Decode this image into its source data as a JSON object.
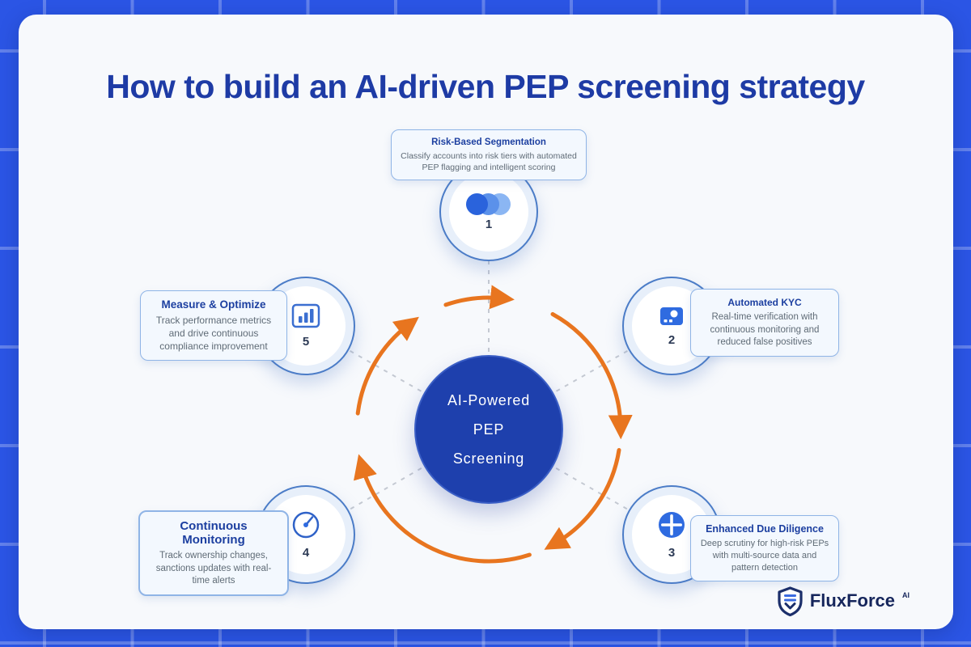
{
  "title": "How to build an AI-driven PEP screening strategy",
  "center": {
    "line1": "AI-Powered",
    "line2": "PEP",
    "line3": "Screening"
  },
  "nodes": [
    {
      "number": "1",
      "title": "Risk-Based Segmentation",
      "description": "Classify accounts into risk tiers with automated PEP flagging and intelligent scoring",
      "icon": "overlapping-circles-icon"
    },
    {
      "number": "2",
      "title": "Automated KYC",
      "description": "Real-time verification with continuous monitoring and reduced false positives",
      "icon": "id-card-icon"
    },
    {
      "number": "3",
      "title": "Enhanced Due Diligence",
      "description": "Deep scrutiny for high-risk PEPs with multi-source data and pattern detection",
      "icon": "plus-circle-icon"
    },
    {
      "number": "4",
      "title": "Continuous Monitoring",
      "description": "Track ownership changes, sanctions updates with real-time alerts",
      "icon": "gauge-icon"
    },
    {
      "number": "5",
      "title": "Measure & Optimize",
      "description": "Track performance metrics and drive continuous compliance improvement",
      "icon": "bar-chart-icon"
    }
  ],
  "logo": {
    "name": "FluxForce",
    "suffix": "AI"
  },
  "colors": {
    "background_blue": "#2b55e5",
    "panel": "#f7f9fc",
    "title_navy": "#1e3ba5",
    "accent_orange": "#e8751f",
    "center_blue": "#1e40ad",
    "node_border_blue": "#4b7cc7",
    "card_border": "#8fb4e6",
    "heading_navy": "#1c3fa0",
    "body_gray": "#5f6b76",
    "icon_blue": "#2f6be0",
    "logo_navy": "#16265c"
  }
}
